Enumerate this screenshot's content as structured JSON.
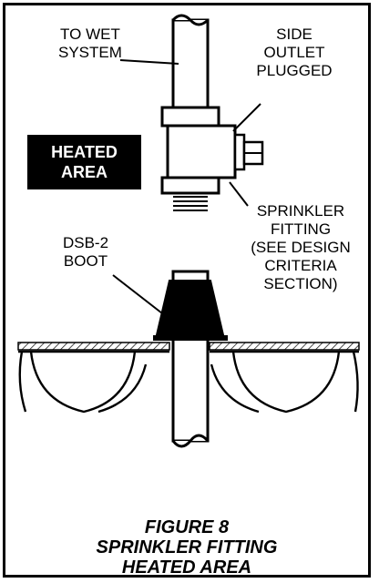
{
  "labels": {
    "to_wet_system": [
      "TO WET",
      "SYSTEM"
    ],
    "side_outlet": [
      "SIDE",
      "OUTLET",
      "PLUGGED"
    ],
    "heated_area": [
      "HEATED",
      "AREA"
    ],
    "sprinkler_fitting": [
      "SPRINKLER",
      "FITTING",
      "(SEE DESIGN",
      "CRITERIA",
      "SECTION)"
    ],
    "boot": [
      "DSB-2",
      "BOOT"
    ]
  },
  "caption": [
    "FIGURE 8",
    "SPRINKLER FITTING",
    "HEATED AREA"
  ],
  "colors": {
    "ink": "#000000",
    "paper": "#ffffff"
  }
}
